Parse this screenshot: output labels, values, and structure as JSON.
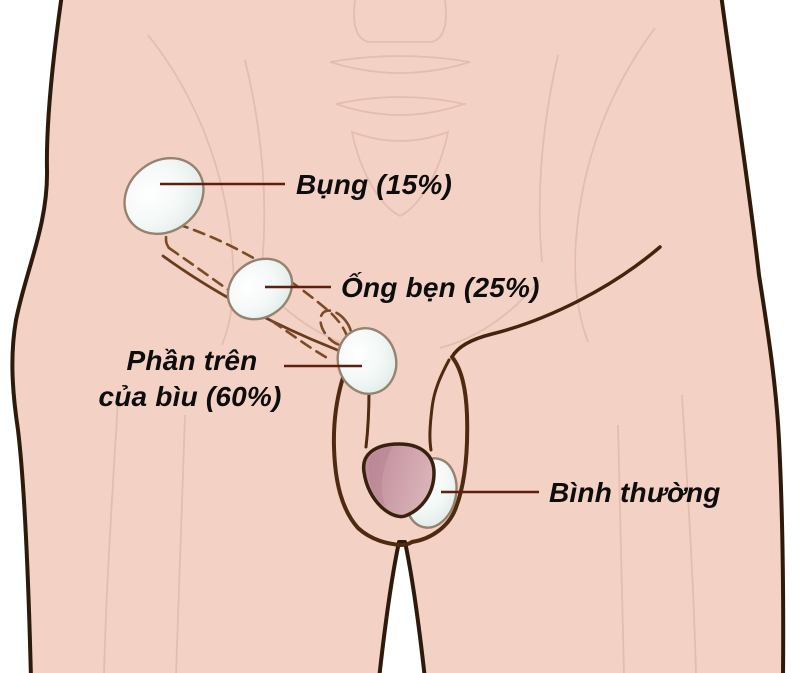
{
  "diagram": {
    "labels": [
      {
        "id": "abdomen",
        "text": "Bụng (15%)"
      },
      {
        "id": "inguinal-canal",
        "text": "Ống bẹn (25%)"
      },
      {
        "id": "upper-scrotum",
        "line1": "Phần trên",
        "line2": "của bìu (60%)"
      },
      {
        "id": "normal",
        "text": "Bình thường"
      }
    ],
    "colors": {
      "skin": "#f3d2c5",
      "outline": "#2e1a0a",
      "leader_line": "#5e1f0e",
      "testis_fill": "#f3f8f6",
      "glans_fill": "#cd9fa9",
      "label_text": "#0d0d0d"
    }
  }
}
